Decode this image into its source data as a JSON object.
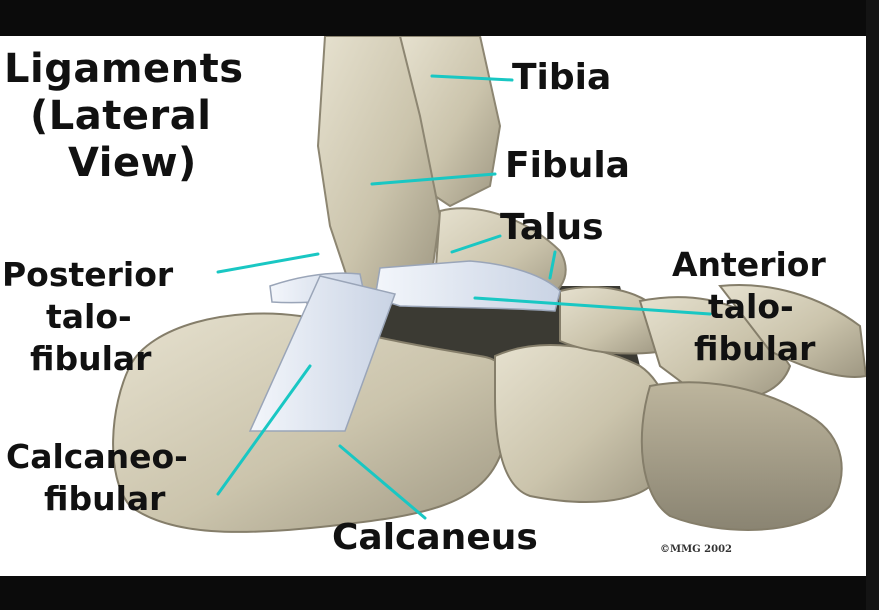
{
  "title": {
    "line1": "Ligaments",
    "line2": "(Lateral",
    "line3": "View)"
  },
  "labels": {
    "tibia": "Tibia",
    "fibula": "Fibula",
    "talus": "Talus",
    "anterior_talofibular": [
      "Anterior",
      "talo-",
      "fibular"
    ],
    "posterior_talofibular": [
      "Posterior",
      "talo-",
      "fibular"
    ],
    "calcaneofibular": [
      "Calcaneo-",
      "fibular"
    ],
    "calcaneus": "Calcaneus"
  },
  "copyright": "©MMG 2002",
  "colors": {
    "leader_line": "#19c7c3",
    "bone": "#cfc8b2",
    "ligament": "#dfe6f3",
    "background": "#ffffff",
    "frame": "#0b0b0b"
  }
}
